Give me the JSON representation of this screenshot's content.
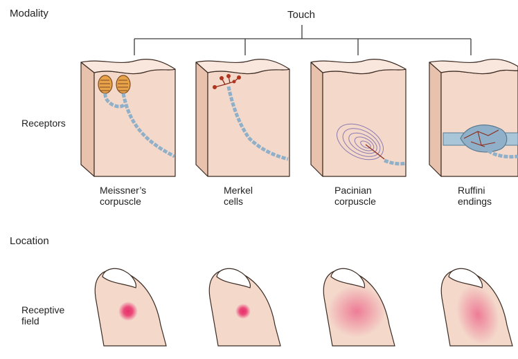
{
  "labels": {
    "modality": "Modality",
    "touch": "Touch",
    "receptors": "Receptors",
    "location": "Location",
    "receptive_field_line1": "Receptive",
    "receptive_field_line2": "field"
  },
  "receptors": [
    {
      "line1": "Meissner’s",
      "line2": "corpuscle"
    },
    {
      "line1": "Merkel",
      "line2": "cells"
    },
    {
      "line1": "Pacinian",
      "line2": "corpuscle"
    },
    {
      "line1": "Ruffini",
      "line2": "endings"
    }
  ],
  "colors": {
    "skin": "#f4d9cb",
    "skin_side": "#e9c2ae",
    "outline": "#3a2a22",
    "nerve": "#8fb0c8",
    "field": "#e8306a"
  }
}
